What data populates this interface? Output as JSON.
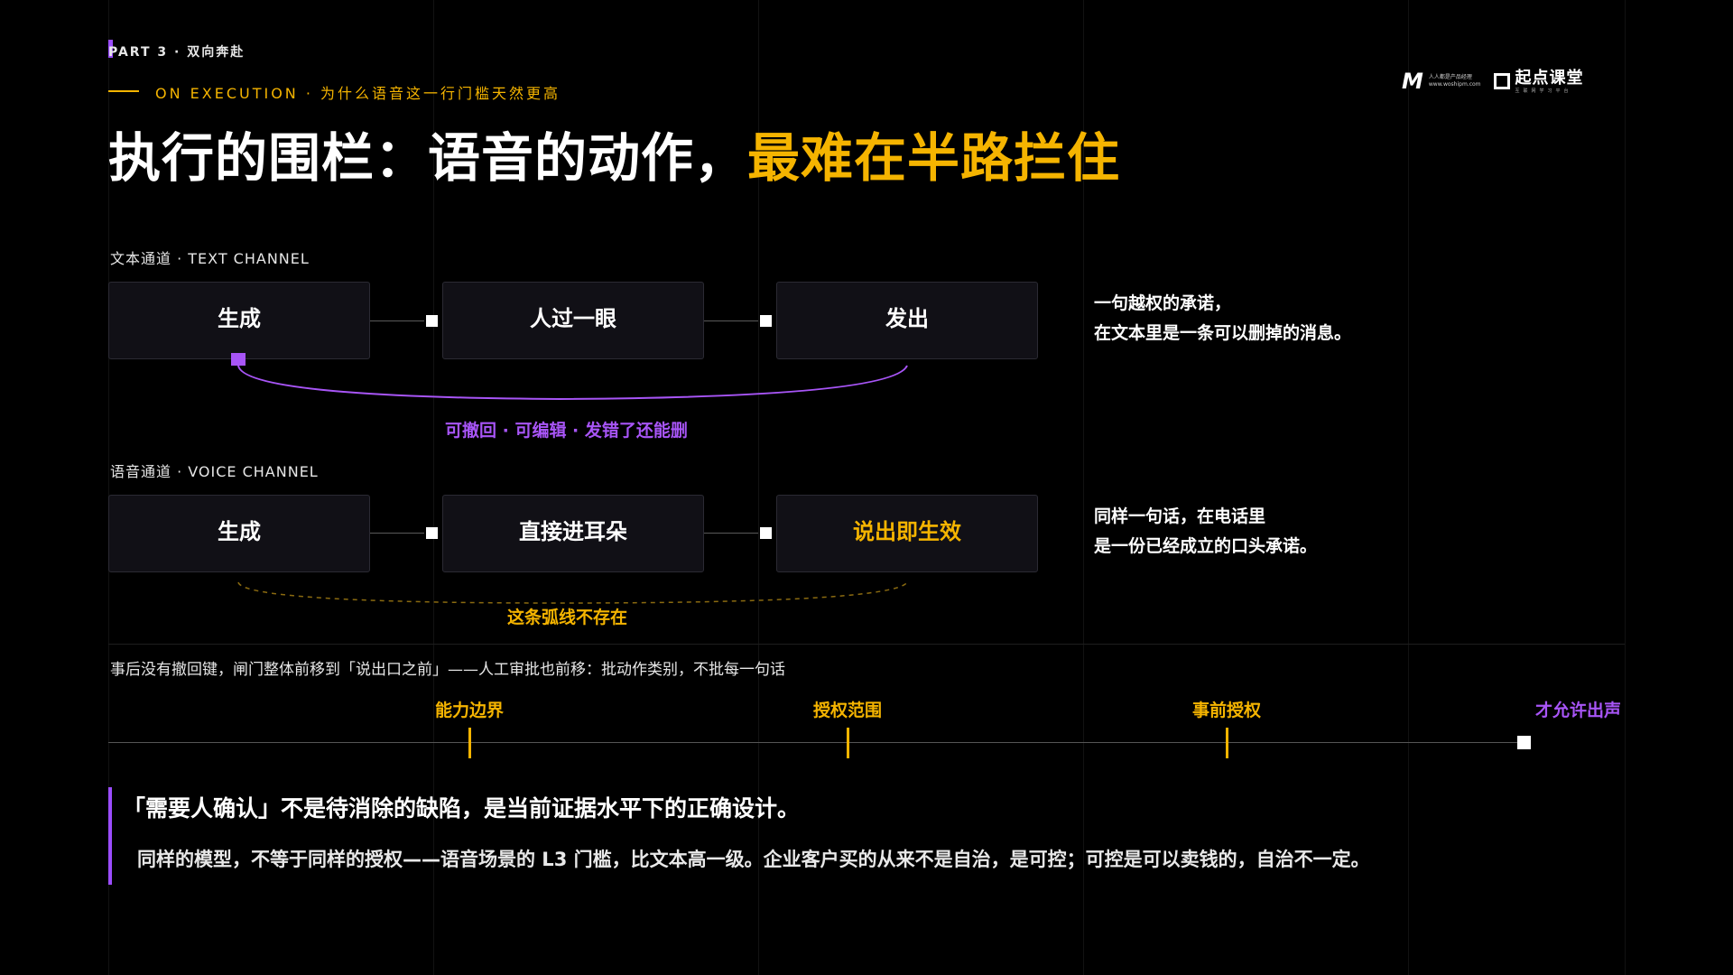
{
  "header": {
    "part": "PART 3 · 双向奔赴",
    "subtitle": "ON EXECUTION · 为什么语音这一行门槛天然更高",
    "title_main": "执行的围栏：语音的动作，",
    "title_highlight": "最难在半路拦住"
  },
  "logo": {
    "mark": "M",
    "tagline_line1": "人人都是产品经理",
    "tagline_line2": "www.woshipm.com",
    "brand": "起点课堂",
    "brand_sub": "互联网学习平台"
  },
  "text_channel": {
    "label": "文本通道 · TEXT CHANNEL",
    "steps": [
      "生成",
      "人过一眼",
      "发出"
    ],
    "arc_label": "可撤回 · 可编辑 · 发错了还能删",
    "note_line1": "一句越权的承诺，",
    "note_line2": "在文本里是一条可以删掉的消息。"
  },
  "voice_channel": {
    "label": "语音通道 · VOICE CHANNEL",
    "steps": [
      "生成",
      "直接进耳朵",
      "说出即生效"
    ],
    "arc_label": "这条弧线不存在",
    "note_line1": "同样一句话，在电话里",
    "note_line2": "是一份已经成立的口头承诺。"
  },
  "timeline": {
    "description": "事后没有撤回键，闸门整体前移到「说出口之前」——人工审批也前移：批动作类别，不批每一句话",
    "markers": [
      "能力边界",
      "授权范围",
      "事前授权"
    ],
    "end_label": "才允许出声"
  },
  "quote": {
    "line1": "「需要人确认」不是待消除的缺陷，是当前证据水平下的正确设计。",
    "line2": "同样的模型，不等于同样的授权——语音场景的 L3 门槛，比文本高一级。企业客户买的从来不是自治，是可控；可控是可以卖钱的，自治不一定。"
  },
  "colors": {
    "accent_gold": "#f5b400",
    "accent_purple": "#9b4dff",
    "background": "#000000"
  }
}
